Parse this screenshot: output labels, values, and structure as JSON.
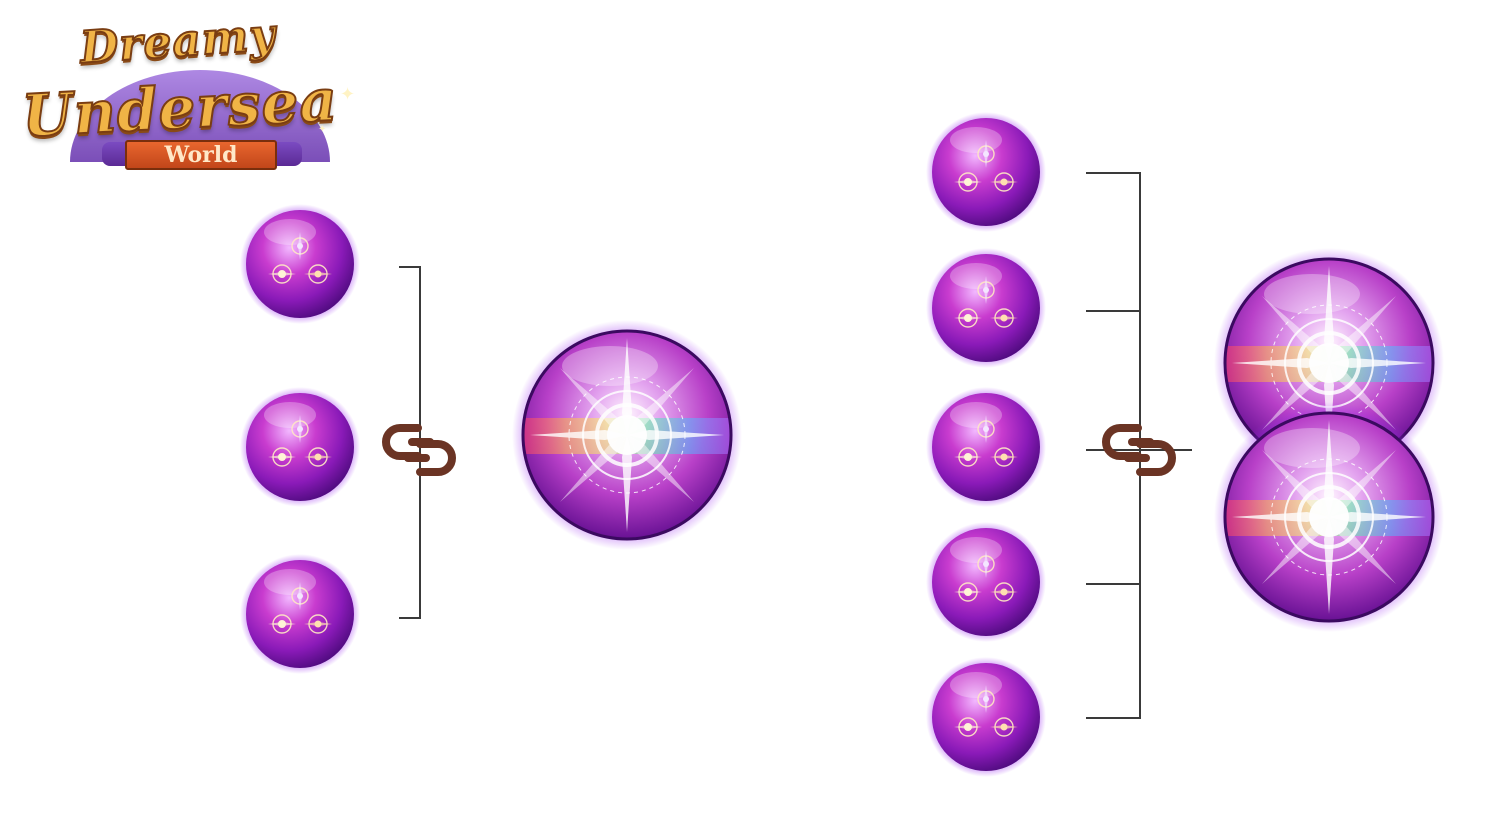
{
  "logo": {
    "line1": "Dreamy",
    "line2": "Undersea",
    "sign": "World"
  },
  "icons": {
    "small_orb": "purple-orb-icon",
    "large_orb": "rainbow-compass-orb-icon",
    "link": "chain-link-icon"
  },
  "colors": {
    "orb_purple": "#8a1fd6",
    "orb_magenta": "#c52ab8",
    "link_brown": "#6b3424",
    "bracket": "#3a3a3a"
  },
  "combos": [
    {
      "inputs": 3,
      "outputs": 1
    },
    {
      "inputs": 5,
      "outputs": 2
    }
  ]
}
